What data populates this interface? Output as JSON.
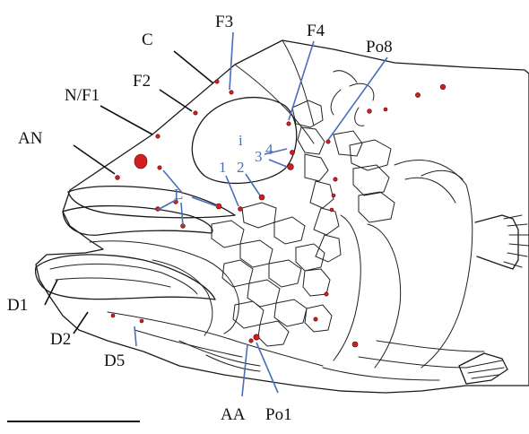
{
  "colors": {
    "body_fill": "#d9d9d9",
    "eye_fill": "#ffffff",
    "pore_fill": "#d11f1f",
    "label_black": "#111111",
    "label_blue": "#4a6fb8"
  },
  "labels": {
    "C": "C",
    "F3": "F3",
    "F4": "F4",
    "F2": "F2",
    "Po8": "Po8",
    "NF1": "N/F1",
    "AN": "AN",
    "i": "i",
    "n4": "4",
    "n3": "3",
    "n1": "1",
    "n2": "2",
    "L": "L",
    "D1": "D1",
    "D2": "D2",
    "D5": "D5",
    "AA": "AA",
    "Po1": "Po1"
  }
}
